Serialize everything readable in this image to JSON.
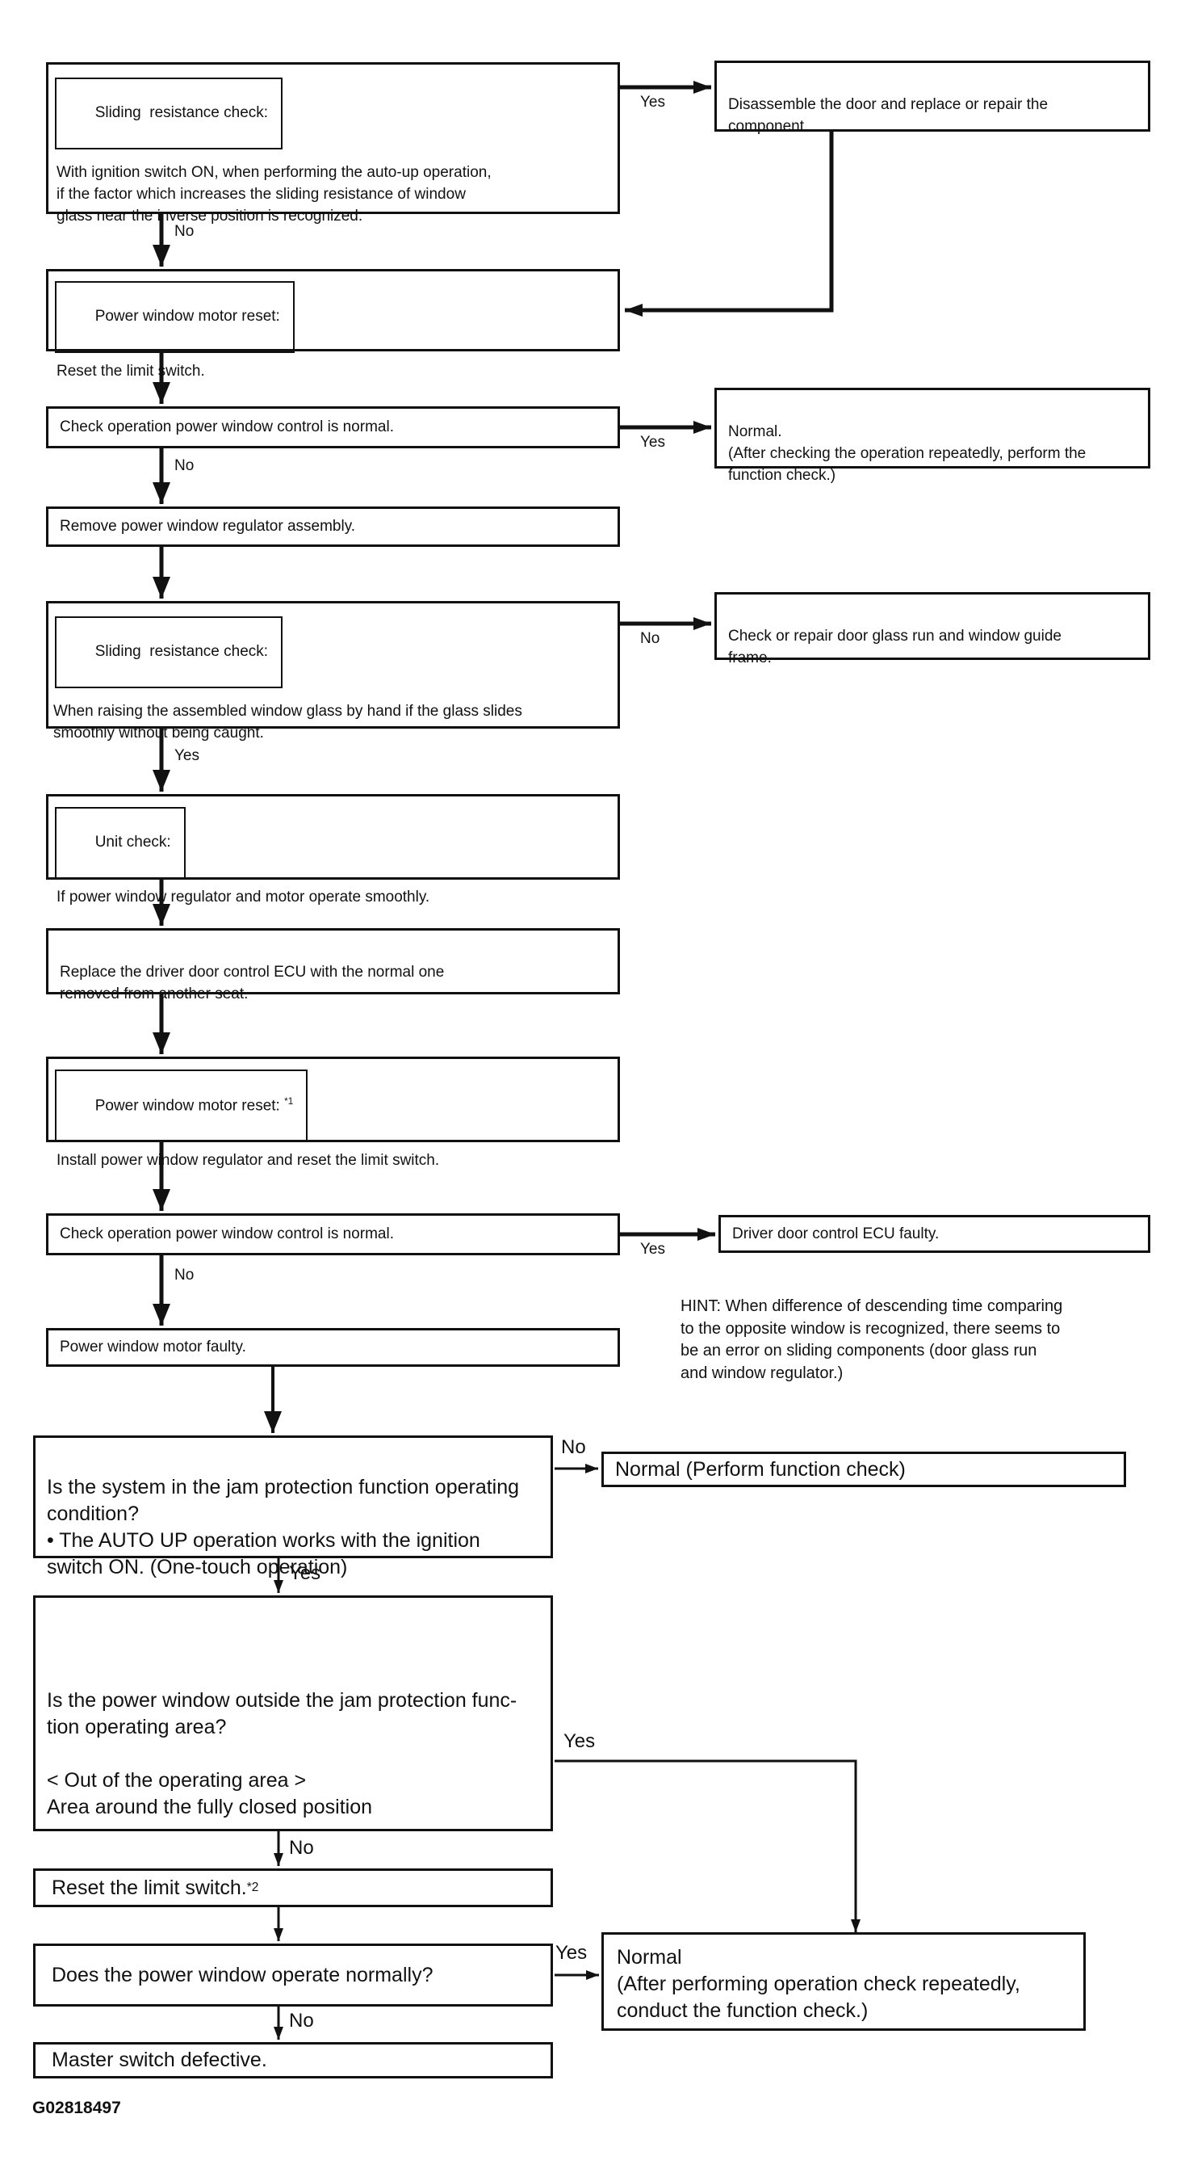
{
  "figure_code": "G02818497",
  "edge_labels": {
    "yes": "Yes",
    "no": "No"
  },
  "nodes": {
    "sliding_check_1": {
      "title": "Sliding  resistance check:",
      "body": "With ignition switch ON, when performing the auto-up operation,\nif the factor which increases the sliding resistance of window\nglass near the inverse position is recognized."
    },
    "disassemble_door": {
      "text": "Disassemble the door and replace or repair the\ncomponent."
    },
    "motor_reset_1": {
      "title": "Power window motor reset:",
      "body": "Reset the limit switch."
    },
    "check_operation_1": {
      "text": "Check operation power window control is normal."
    },
    "normal_after_checking": {
      "text": "Normal.\n(After checking the operation repeatedly, perform the\nfunction check.)"
    },
    "remove_regulator": {
      "text": "Remove power window regulator assembly."
    },
    "sliding_check_2": {
      "title": "Sliding  resistance check:",
      "body": "When raising the assembled window glass by hand if the glass slides\nsmoothly without being caught."
    },
    "repair_glass_run": {
      "text": "Check or repair door glass run and window guide\nframe."
    },
    "unit_check": {
      "title": "Unit check:",
      "body": "If power window regulator and motor operate smoothly."
    },
    "replace_ecu": {
      "text": "Replace the driver door control ECU with the normal one\nremoved from another seat."
    },
    "motor_reset_2": {
      "title": "Power window motor reset: ",
      "title_sup": "*1",
      "body": "Install power window regulator and reset the limit switch."
    },
    "check_operation_2": {
      "text": "Check operation power window control is normal."
    },
    "ecu_faulty": {
      "text": "Driver door control ECU faulty."
    },
    "motor_faulty": {
      "text": "Power window motor faulty."
    },
    "hint": {
      "text": "HINT: When difference of descending time comparing\nto the opposite window is recognized, there seems to\nbe an error on sliding components (door glass run\nand window regulator.)"
    },
    "jam_condition": {
      "text": "Is the system in the jam protection function operating\ncondition?\n• The AUTO UP operation works with the ignition\nswitch ON. (One-touch operation)"
    },
    "normal_perform_check": {
      "text": "Normal (Perform function check)"
    },
    "outside_jam_area": {
      "text": "Is the power window outside the jam protection func-\ntion operating area?\n\n< Out of the operating area >\nArea around the fully closed position"
    },
    "reset_limit_switch": {
      "text": "Reset the limit switch. ",
      "sup": "*2"
    },
    "operate_normally": {
      "text": "Does the power window operate normally?"
    },
    "normal_after_operation": {
      "text": "Normal\n(After performing operation check repeatedly,\nconduct the function check.)"
    },
    "master_switch_defective": {
      "text": "Master switch defective."
    }
  }
}
